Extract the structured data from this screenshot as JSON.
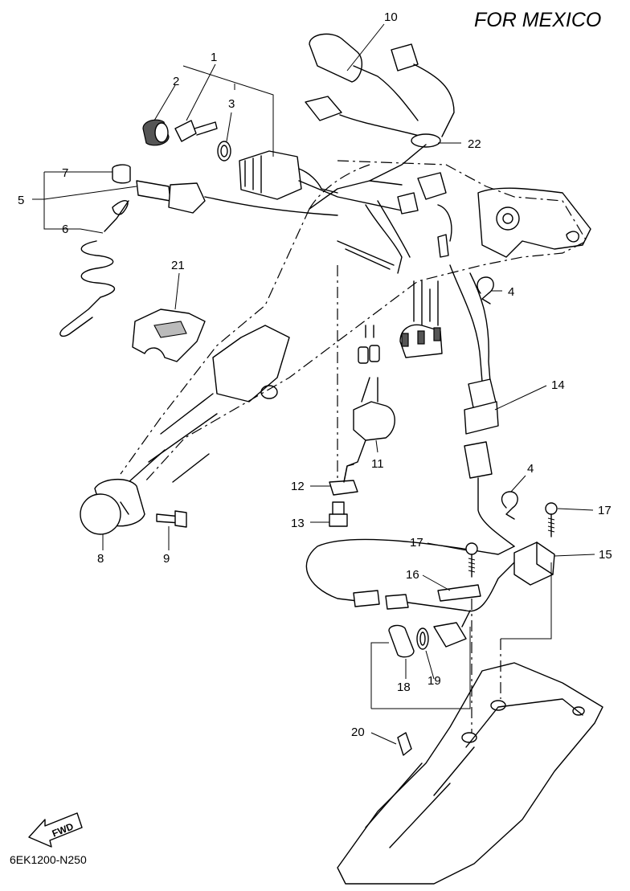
{
  "header": {
    "title": "FOR MEXICO"
  },
  "footer": {
    "drawing_code": "6EK1200-N250"
  },
  "direction_badge": {
    "label": "FWD"
  },
  "callouts": {
    "c1": "1",
    "c2": "2",
    "c3": "3",
    "c4a": "4",
    "c4b": "4",
    "c5": "5",
    "c6": "6",
    "c7": "7",
    "c8": "8",
    "c9": "9",
    "c10": "10",
    "c11": "11",
    "c12": "12",
    "c13": "13",
    "c14": "14",
    "c15": "15",
    "c16": "16",
    "c17a": "17",
    "c17b": "17",
    "c18": "18",
    "c19": "19",
    "c20": "20",
    "c21": "21",
    "c22": "22"
  }
}
